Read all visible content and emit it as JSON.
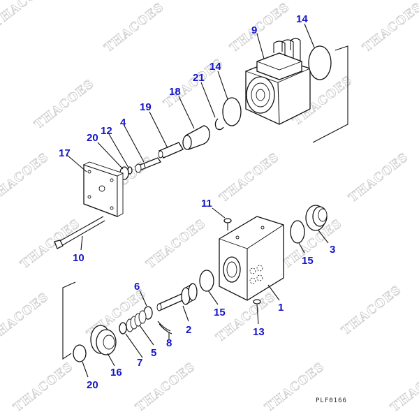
{
  "watermark": {
    "text": "THACOES"
  },
  "drawing_code": "PLF0166",
  "callouts": {
    "c1": "1",
    "c2": "2",
    "c3": "3",
    "c4": "4",
    "c5": "5",
    "c6": "6",
    "c7": "7",
    "c8": "8",
    "c9": "9",
    "c10": "10",
    "c11": "11",
    "c12": "12",
    "c13": "13",
    "c14a": "14",
    "c14b": "14",
    "c15a": "15",
    "c15b": "15",
    "c16": "16",
    "c17": "17",
    "c18": "18",
    "c19": "19",
    "c20a": "20",
    "c20b": "20",
    "c21": "21"
  },
  "colors": {
    "callout": "#1414c8",
    "line": "#111111",
    "watermark": "#c9c9c9"
  }
}
